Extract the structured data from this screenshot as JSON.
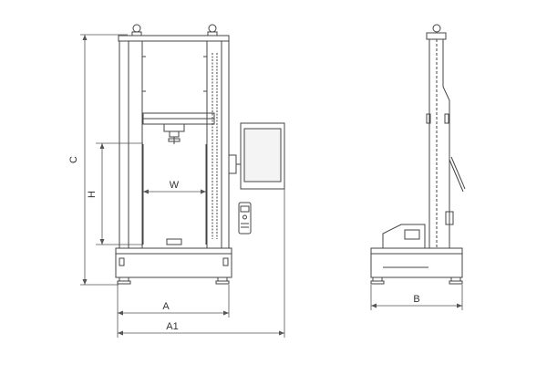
{
  "colors": {
    "line": "#444444",
    "dim": "#555555",
    "ink": "#333333",
    "screen_fill": "#f4f4f4"
  },
  "dimensions": {
    "C": "C",
    "H": "H",
    "W": "W",
    "A": "A",
    "A1": "A1",
    "B": "B"
  }
}
